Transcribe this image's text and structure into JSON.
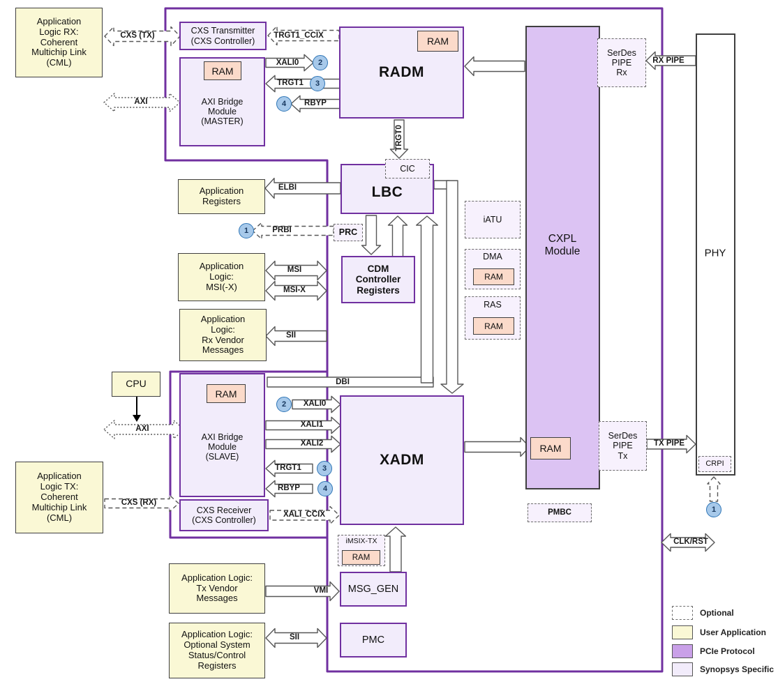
{
  "blocks": {
    "app_rx_cml": "Application\nLogic RX:\nCoherent\nMultichip Link\n(CML)",
    "cxs_transmitter": "CXS Transmitter\n(CXS Controller)",
    "axi_bridge_master": "AXI Bridge\nModule\n(MASTER)",
    "ram": "RAM",
    "radm": "RADM",
    "cic": "CIC",
    "lbc": "LBC",
    "app_registers": "Application\nRegisters",
    "prc": "PRC",
    "cdm": "CDM\nController\nRegisters",
    "app_msi": "Application\nLogic:\nMSI(-X)",
    "app_rx_vendor": "Application\nLogic:\nRx Vendor\nMessages",
    "iatu": "iATU",
    "dma": "DMA",
    "ras": "RAS",
    "cxpl": "CXPL\nModule",
    "pmbc": "PMBC",
    "serdes_rx": "SerDes\nPIPE\nRx",
    "serdes_tx": "SerDes\nPIPE\nTx",
    "phy": "PHY",
    "crpi": "CRPI",
    "cpu": "CPU",
    "axi_bridge_slave": "AXI Bridge\nModule\n(SLAVE)",
    "app_tx_cml": "Application\nLogic TX:\nCoherent\nMultichip Link\n(CML)",
    "cxs_receiver": "CXS Receiver\n(CXS Controller)",
    "xadm": "XADM",
    "imsix_tx": "iMSIX-TX",
    "msg_gen": "MSG_GEN",
    "app_tx_vendor": "Application Logic:\nTx Vendor\nMessages",
    "pmc": "PMC",
    "app_sys_ctrl": "Application Logic:\nOptional System\nStatus/Control\nRegisters"
  },
  "signals": {
    "cxs_tx": "CXS (TX)",
    "trgt1_ccix": "TRGT1_CCIX",
    "axi": "AXI",
    "xali0": "XALI0",
    "xali1": "XALI1",
    "xali2": "XALI2",
    "trgt1": "TRGT1",
    "rbyp": "RBYP",
    "trgt0": "TRGT0",
    "rx_pipe": "RX PIPE",
    "tx_pipe": "TX PIPE",
    "elbi": "ELBI",
    "prbi": "PRBI",
    "msi": "MSI",
    "msi_x": "MSI-X",
    "sii": "SII",
    "dbi": "DBI",
    "xali_ccix": "XALI_CCIX",
    "cxs_rx": "CXS (RX)",
    "vmi": "VMI",
    "clk_rst": "CLK/RST"
  },
  "notes": {
    "n1": "1",
    "n2": "2",
    "n3": "3",
    "n4": "4"
  },
  "legend": {
    "optional": "Optional",
    "user_application": "User Application",
    "pcie_protocol": "PCIe Protocol",
    "synopsys_specific": "Synopsys Specific"
  },
  "colors": {
    "pcie_boundary": "#7030a0",
    "user_app_fill": "#faf8d5",
    "pcie_protocol_fill": "#dcc3f3",
    "synopsys_fill": "#f2ecfb",
    "ram_fill": "#fbdaca",
    "note_fill": "#a7c9ea",
    "note_border": "#2e75b6",
    "arrow_stroke": "#575757"
  }
}
